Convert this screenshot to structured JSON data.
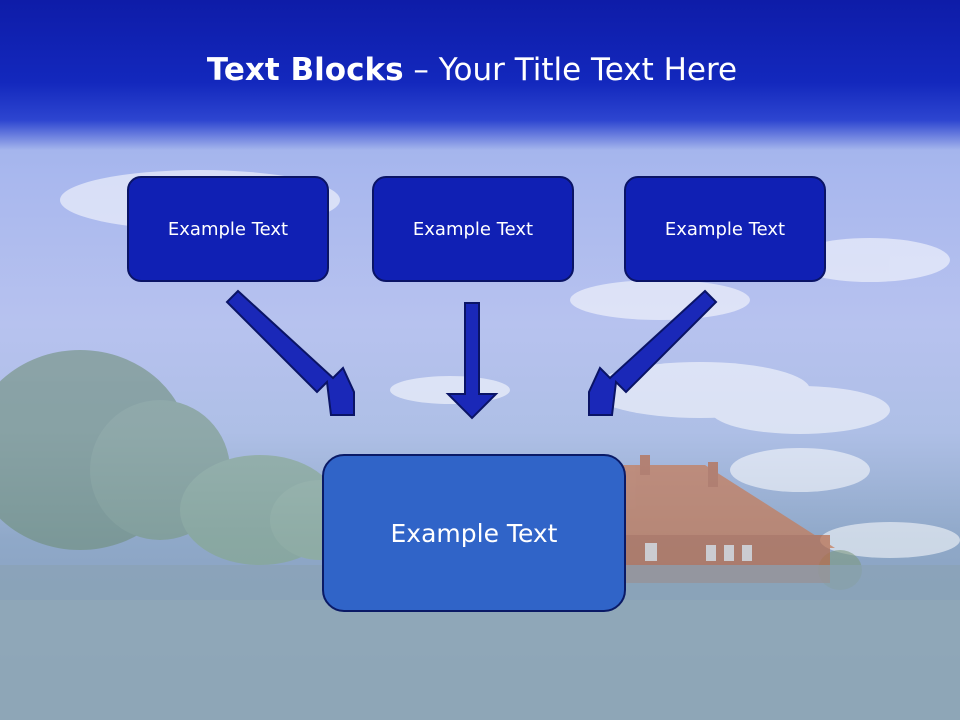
{
  "slide": {
    "title_bold": "Text Blocks",
    "title_dash": " – ",
    "title_rest": "Your Title Text Here"
  },
  "blocks": {
    "top": [
      {
        "label": "Example Text"
      },
      {
        "label": "Example Text"
      },
      {
        "label": "Example Text"
      }
    ],
    "bottom": {
      "label": "Example Text"
    }
  },
  "colors": {
    "title_bar": "#1328bd",
    "small_box": "#1020b4",
    "large_box": "#3064c8",
    "arrow": "#1a28b8"
  }
}
